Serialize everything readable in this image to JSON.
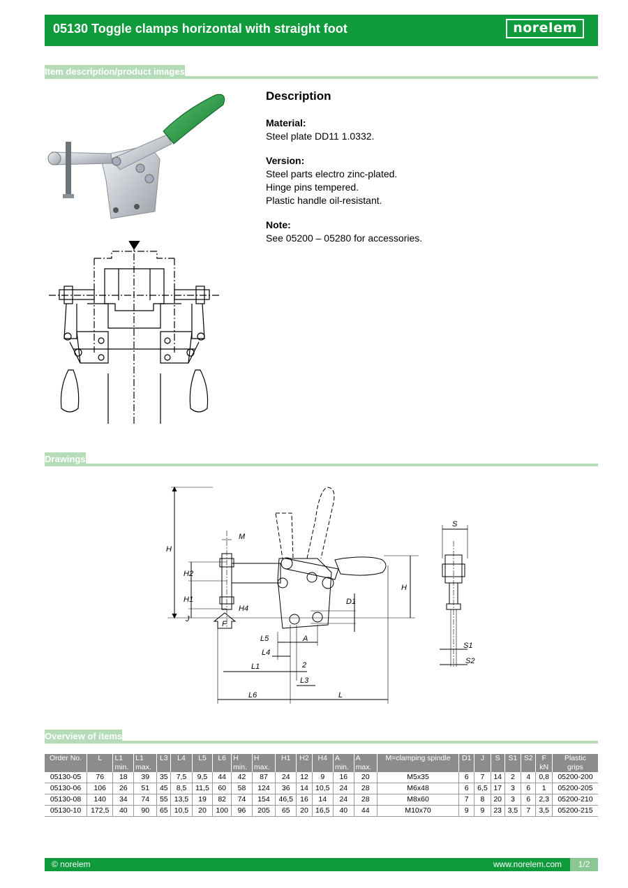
{
  "header": {
    "title": "05130 Toggle clamps horizontal with straight foot",
    "logo": "norelem"
  },
  "sections": {
    "item_description": "Item description/product images",
    "drawings": "Drawings",
    "overview": "Overview of items"
  },
  "description": {
    "heading": "Description",
    "material_label": "Material:",
    "material_text": "Steel plate DD11 1.0332.",
    "version_label": "Version:",
    "version_lines": [
      "Steel parts electro zinc-plated.",
      "Hinge pins tempered.",
      "Plastic handle oil-resistant."
    ],
    "note_label": "Note:",
    "note_text": "See 05200 – 05280 for accessories."
  },
  "drawing_labels": {
    "H": "H",
    "H1": "H1",
    "H2": "H2",
    "H4": "H4",
    "J": "J",
    "M": "M",
    "F": "F",
    "L5": "L5",
    "A": "A",
    "L4": "L4",
    "two": "2",
    "L1": "L1",
    "L3": "L3",
    "L6": "L6",
    "L": "L",
    "D1": "D1",
    "S": "S",
    "S1": "S1",
    "S2": "S2"
  },
  "table": {
    "headers": [
      [
        "Order No.",
        ""
      ],
      [
        "L",
        ""
      ],
      [
        "L1",
        "min."
      ],
      [
        "L1",
        "max."
      ],
      [
        "L3",
        ""
      ],
      [
        "L4",
        ""
      ],
      [
        "L5",
        ""
      ],
      [
        "L6",
        ""
      ],
      [
        "H",
        "min."
      ],
      [
        "H",
        "max."
      ],
      [
        "H1",
        ""
      ],
      [
        "H2",
        ""
      ],
      [
        "H4",
        ""
      ],
      [
        "A",
        "min."
      ],
      [
        "A",
        "max."
      ],
      [
        "M=clamping spindle",
        ""
      ],
      [
        "D1",
        ""
      ],
      [
        "J",
        ""
      ],
      [
        "S",
        ""
      ],
      [
        "S1",
        ""
      ],
      [
        "S2",
        ""
      ],
      [
        "F",
        "kN"
      ],
      [
        "Plastic",
        "grips"
      ]
    ],
    "rows": [
      [
        "05130-05",
        "76",
        "18",
        "39",
        "35",
        "7,5",
        "9,5",
        "44",
        "42",
        "87",
        "24",
        "12",
        "9",
        "16",
        "20",
        "M5x35",
        "6",
        "7",
        "14",
        "2",
        "4",
        "0,8",
        "05200-200"
      ],
      [
        "05130-06",
        "106",
        "26",
        "51",
        "45",
        "8,5",
        "11,5",
        "60",
        "58",
        "124",
        "36",
        "14",
        "10,5",
        "24",
        "28",
        "M6x48",
        "6",
        "6,5",
        "17",
        "3",
        "6",
        "1",
        "05200-205"
      ],
      [
        "05130-08",
        "140",
        "34",
        "74",
        "55",
        "13,5",
        "19",
        "82",
        "74",
        "154",
        "46,5",
        "16",
        "14",
        "24",
        "28",
        "M8x60",
        "7",
        "8",
        "20",
        "3",
        "6",
        "2,3",
        "05200-210"
      ],
      [
        "05130-10",
        "172,5",
        "40",
        "90",
        "65",
        "10,5",
        "20",
        "100",
        "96",
        "205",
        "65",
        "20",
        "16,5",
        "40",
        "44",
        "M10x70",
        "9",
        "9",
        "23",
        "3,5",
        "7",
        "3,5",
        "05200-215"
      ]
    ]
  },
  "footer": {
    "copyright": "© norelem",
    "url": "www.norelem.com",
    "page": "1/2"
  }
}
